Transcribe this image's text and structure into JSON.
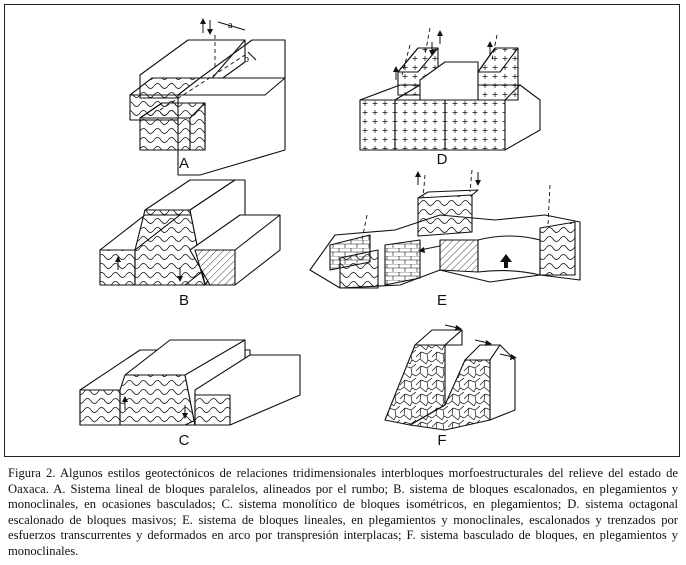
{
  "figure": {
    "panels": {
      "A": {
        "label": "A",
        "markers": {
          "a": "a",
          "b": "b"
        }
      },
      "B": {
        "label": "B"
      },
      "C": {
        "label": "C"
      },
      "D": {
        "label": "D"
      },
      "E": {
        "label": "E"
      },
      "F": {
        "label": "F"
      }
    },
    "caption": "Figura 2. Algunos estilos geotectónicos de relaciones tridimensionales interbloques morfoestructurales del relieve del estado de Oaxaca. A. Sistema lineal de bloques paralelos, alineados por el rumbo; B. sistema de bloques escalonados, en plegamientos y monoclinales, en ocasiones basculados; C. sistema monolítico de bloques isométricos, en plegamientos; D. sistema octagonal escalonado de bloques masivos; E. sistema de bloques lineales, en plegamientos y monoclinales, escalonados y trenzados por esfuerzos transcurrentes y deformados en arco por transpresión interplacas; F. sistema basculado de bloques, en plegamientos y monoclinales."
  }
}
